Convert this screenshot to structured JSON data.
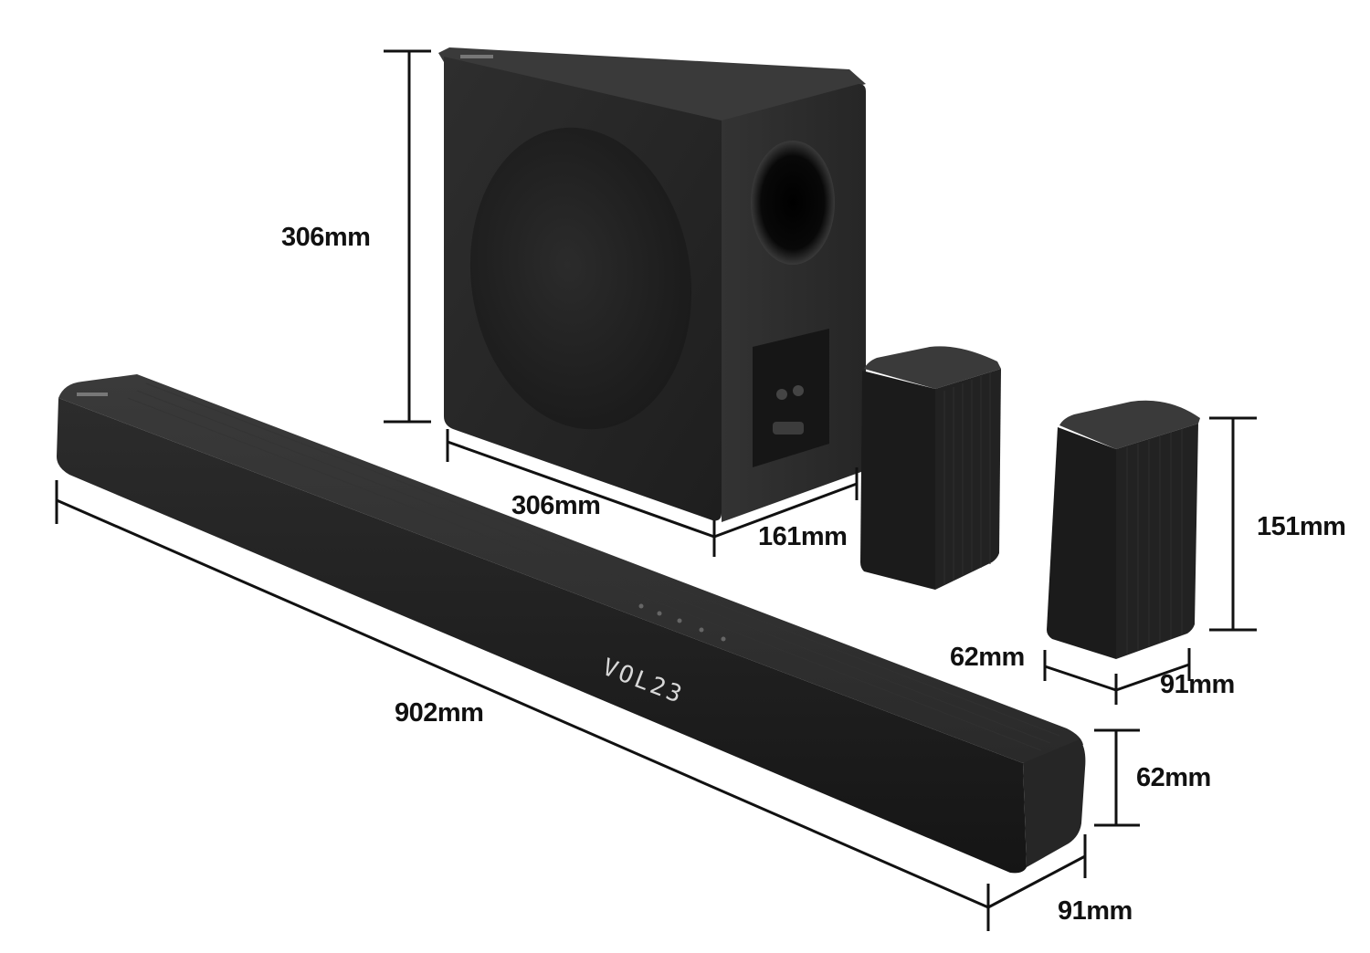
{
  "colors": {
    "background": "#ffffff",
    "product_dark": "#1c1c1c",
    "product_mid": "#2a2a2a",
    "product_light": "#3a3a3a",
    "dimension_line": "#111111"
  },
  "display_text": "VOL23",
  "dimensions": {
    "subwoofer_height": "306mm",
    "subwoofer_width": "306mm",
    "subwoofer_depth": "161mm",
    "rear_speaker_height": "151mm",
    "rear_speaker_width": "62mm",
    "rear_speaker_depth": "91mm",
    "soundbar_width": "902mm",
    "soundbar_height": "62mm",
    "soundbar_depth": "91mm"
  }
}
